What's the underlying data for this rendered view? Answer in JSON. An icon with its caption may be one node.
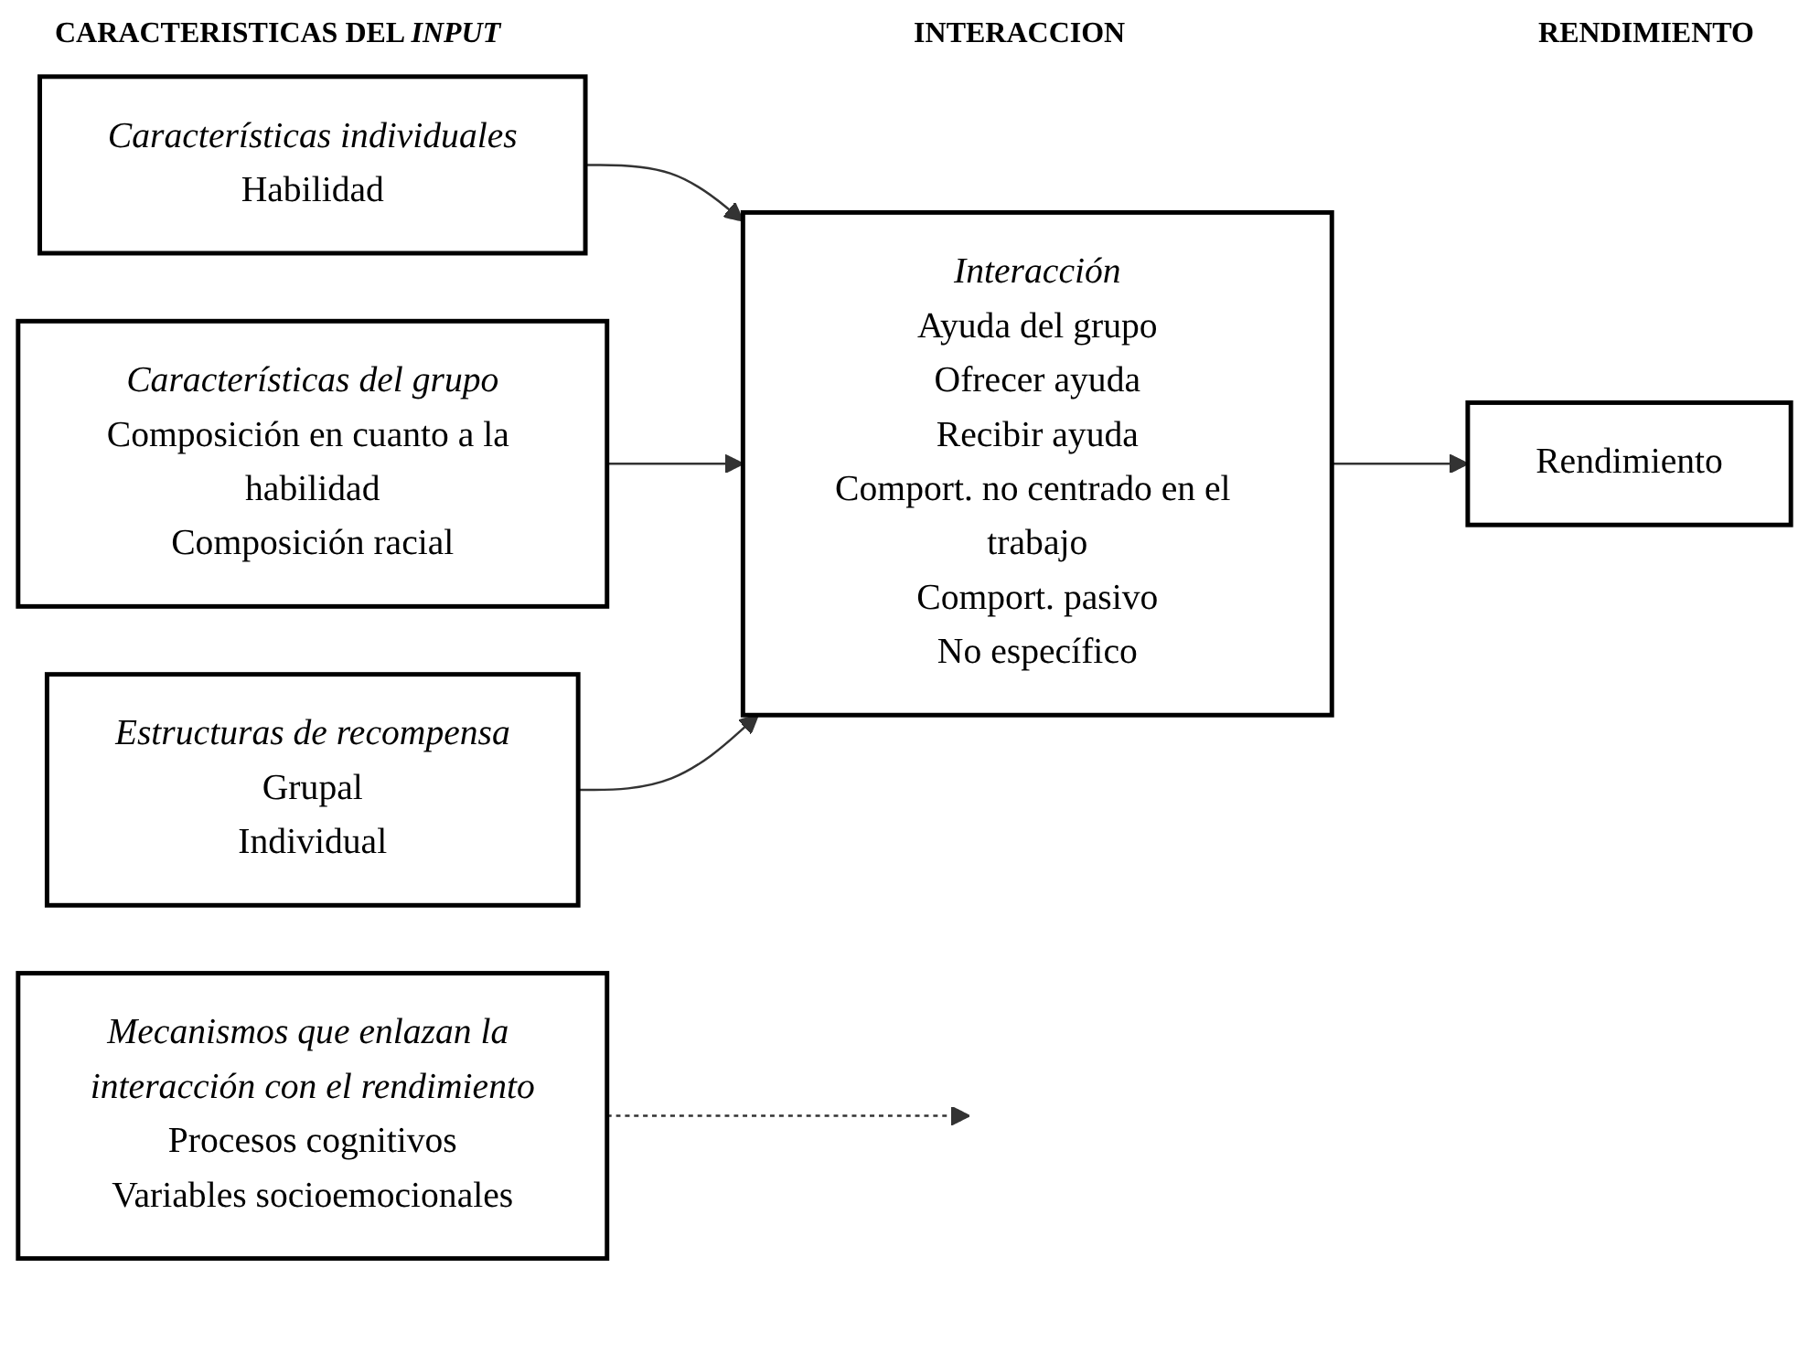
{
  "diagram": {
    "nodes": [
      {
        "text": [
          "Características individuales",
          "Habilidad"
        ]
      },
      {
        "text": [
          "Características del grupo",
          "Composición en cuanto a la habilidad",
          "Composición racial"
        ]
      },
      {
        "text": [
          "Estructuras de recompensa",
          "Grupal",
          "Individual"
        ]
      },
      {
        "text": [
          "Interacción",
          "Ayuda del grupo",
          "Ofrecer ayuda",
          "Recibir ayuda",
          "Comport. no centrado en el trabajo",
          "Comport. pasivo",
          "No específico"
        ]
      },
      {
        "text": [
          "Rendimiento"
        ]
      },
      {
        "text": [
          "Mecanismos que enlazan la interacción con el rendimiento",
          "Procesos cognitivos",
          "Variables socioemocionales"
        ]
      }
    ],
    "edges": [
      {
        "from": 0,
        "to": 3,
        "arrow": "to"
      },
      {
        "from": 1,
        "to": 3,
        "arrow": "to"
      },
      {
        "from": 2,
        "to": 3,
        "arrow": "to"
      },
      {
        "from": 3,
        "to": 4,
        "arrow": "to"
      },
      {
        "from": 5,
        "to": null,
        "arrow": "to",
        "style": "dashed"
      }
    ],
    "labels": [
      "CARACTERISTICAS DEL *INPUT*",
      "INTERACCION",
      "RENDIMIENTO"
    ]
  }
}
